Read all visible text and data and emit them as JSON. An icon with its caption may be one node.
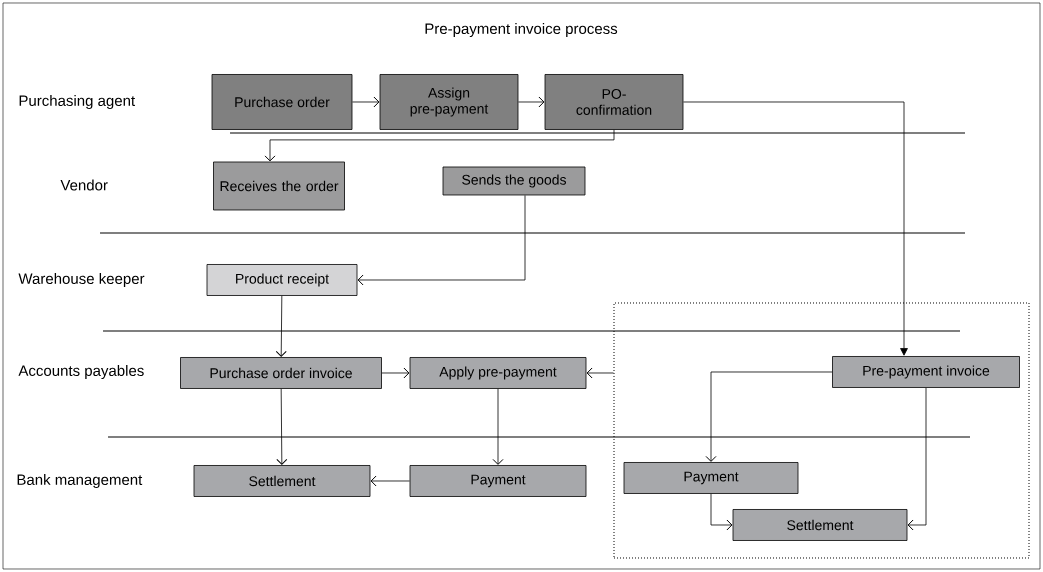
{
  "diagram": {
    "title": "Pre-payment invoice process",
    "nodes": [
      {
        "text": [
          "Purchase order"
        ]
      },
      {
        "text": [
          "Assign pre-payment"
        ]
      },
      {
        "text": [
          "PO-confirmation"
        ]
      },
      {
        "text": [
          "Receives the order"
        ]
      },
      {
        "text": [
          "Sends the goods"
        ]
      },
      {
        "text": [
          "Product receipt"
        ]
      },
      {
        "text": [
          "Purchase order invoice"
        ]
      },
      {
        "text": [
          "Apply pre-payment"
        ]
      },
      {
        "text": [
          "Settlement"
        ]
      },
      {
        "text": [
          "Payment"
        ]
      },
      {
        "text": [],
        "shape": "box"
      },
      {
        "text": [
          "Pre-payment invoice"
        ],
        "in": 10
      },
      {
        "text": [
          "Payment"
        ],
        "in": 10
      },
      {
        "text": [
          "Settlement"
        ],
        "in": 10
      }
    ],
    "edges": [
      {
        "from": 0,
        "to": 1,
        "arrow": "to"
      },
      {
        "from": 1,
        "to": 2,
        "arrow": "to"
      },
      {
        "from": 2,
        "to": 3,
        "arrow": "to"
      },
      {
        "from": 2,
        "to": 11,
        "arrow": "to"
      },
      {
        "from": 4,
        "to": 5,
        "arrow": "to"
      },
      {
        "from": 5,
        "to": 6,
        "arrow": "to"
      },
      {
        "from": 6,
        "to": 7,
        "arrow": "to"
      },
      {
        "from": 6,
        "to": 8,
        "arrow": "to"
      },
      {
        "from": 7,
        "to": 9,
        "arrow": "to"
      },
      {
        "from": 9,
        "to": 8,
        "arrow": "to"
      },
      {
        "from": 10,
        "to": 7,
        "arrow": "to"
      },
      {
        "from": 11,
        "to": 12,
        "arrow": "to"
      },
      {
        "from": 11,
        "to": 13,
        "arrow": "to"
      },
      {
        "from": 12,
        "to": 13,
        "arrow": "to"
      }
    ],
    "labels": [
      "Purchasing agent",
      "Vendor",
      "Warehouse keeper",
      "Accounts payables",
      "Bank management"
    ]
  }
}
